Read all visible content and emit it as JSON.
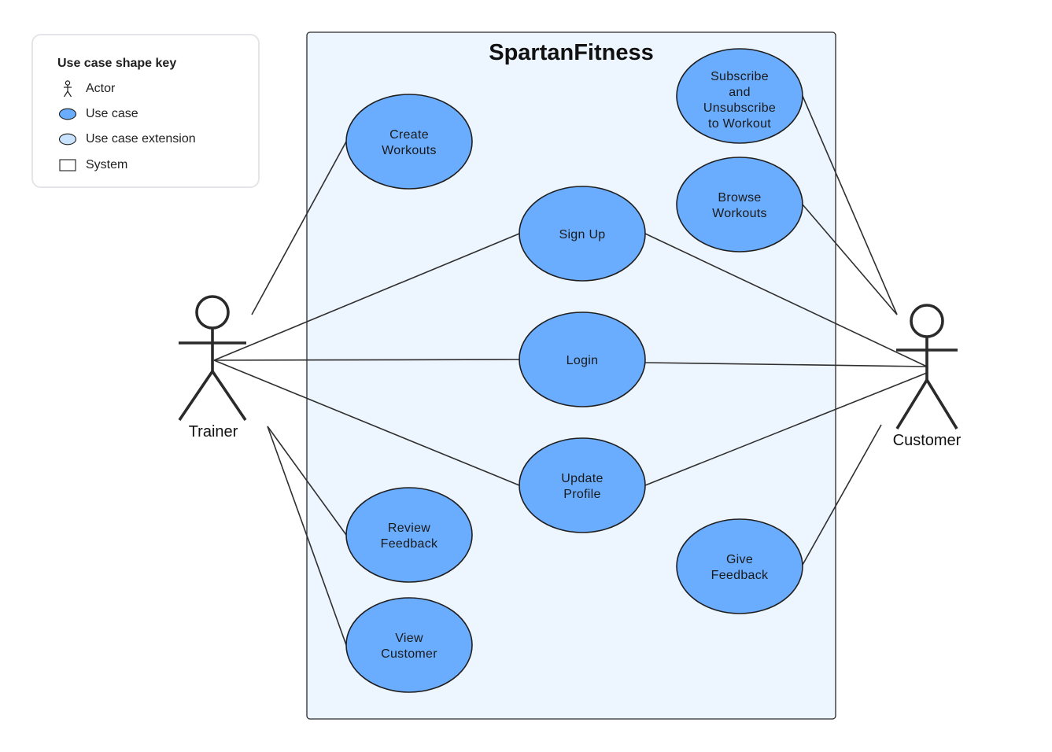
{
  "legend": {
    "title": "Use case shape key",
    "items": [
      {
        "label": "Actor",
        "icon": "actor-icon"
      },
      {
        "label": "Use case",
        "icon": "use-case-ellipse-icon"
      },
      {
        "label": "Use case extension",
        "icon": "use-case-extension-ellipse-icon"
      },
      {
        "label": "System",
        "icon": "system-rectangle-icon"
      }
    ]
  },
  "system": {
    "title": "SpartanFitness"
  },
  "actors": {
    "trainer": "Trainer",
    "customer": "Customer"
  },
  "use_cases": {
    "create_workouts": [
      "Create",
      "Workouts"
    ],
    "sign_up": [
      "Sign Up"
    ],
    "login": [
      "Login"
    ],
    "update_profile": [
      "Update",
      "Profile"
    ],
    "review_feedback": [
      "Review",
      "Feedback"
    ],
    "view_customer": [
      "View",
      "Customer"
    ],
    "subscribe": [
      "Subscribe",
      "and",
      "Unsubscribe",
      "to Workout"
    ],
    "browse_workouts": [
      "Browse",
      "Workouts"
    ],
    "give_feedback": [
      "Give",
      "Feedback"
    ]
  },
  "colors": {
    "use_case_fill": "#6aacfd",
    "use_case_extension_fill": "#c9e3fe",
    "system_fill": "#edf5fe",
    "stroke": "#262626"
  }
}
